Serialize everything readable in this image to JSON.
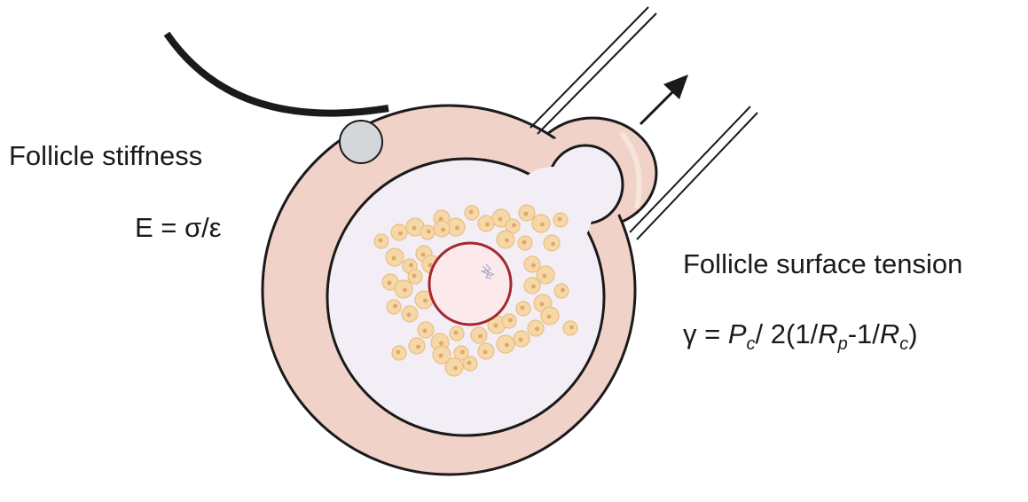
{
  "labels": {
    "stiffness_title": "Follicle stiffness",
    "stiffness_equation": "E = σ/ε",
    "tension_title": "Follicle surface tension",
    "tension_eq": {
      "prefix": "γ = ",
      "P": "P",
      "P_sub": "c",
      "middle": "/ 2(1/",
      "Rp": "R",
      "Rp_sub": "p",
      "dash": "-1/",
      "Rc": "R",
      "Rc_sub": "c",
      "suffix": ")"
    }
  },
  "icons": [
    "indenter-probe",
    "micropipette",
    "arrow-up-right-icon",
    "follicle",
    "oocyte",
    "granulosa-cell"
  ],
  "colors": {
    "theca": "#f0d2c8",
    "theca_outline": "#1a1a1a",
    "antrum": "#f3eef6",
    "oocyte_fill": "#fbe9ec",
    "oocyte_ring": "#a4282e",
    "cell_fill": "#f6d8a8",
    "cell_stroke": "#e8be82",
    "cell_nucleus": "#dea868",
    "probe_ball": "#d4d7da",
    "pipette": "#1a1a1a"
  }
}
